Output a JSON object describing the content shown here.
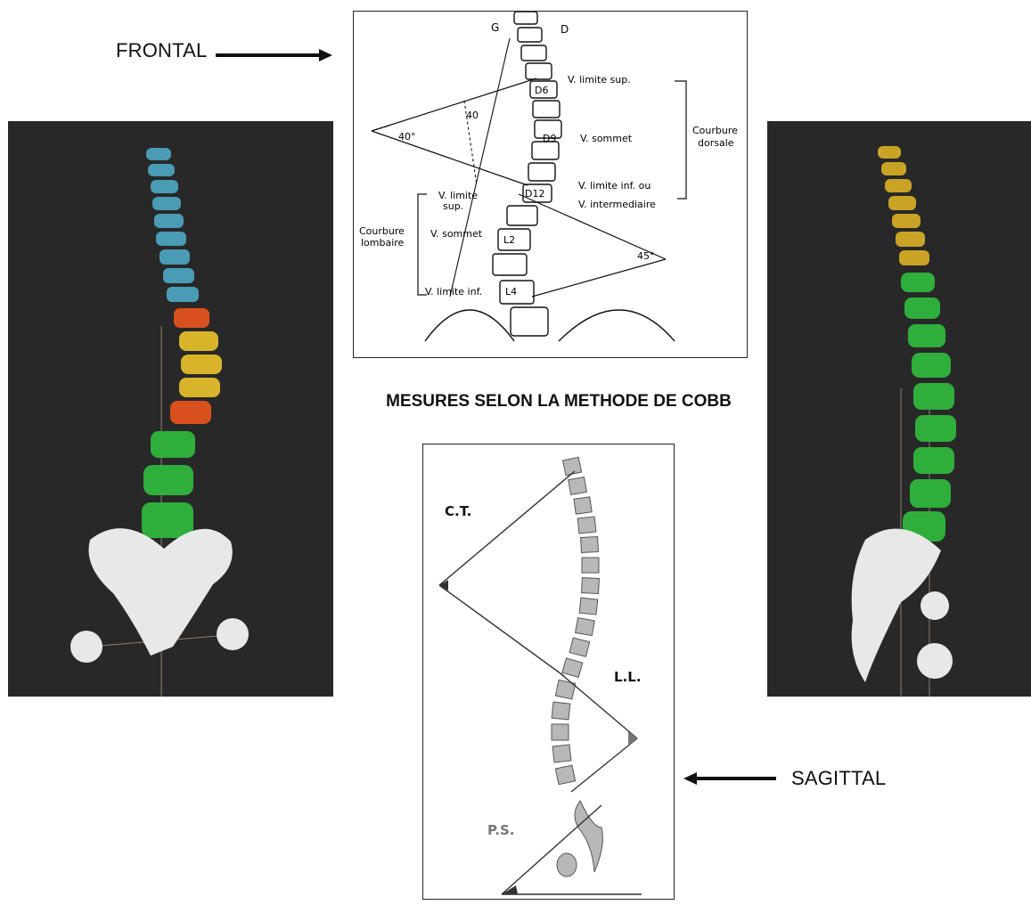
{
  "labels": {
    "frontal": "FRONTAL",
    "sagittal": "SAGITTAL",
    "title": "MESURES SELON LA METHODE DE COBB"
  },
  "frontal_diagram": {
    "g": "G",
    "d": "D",
    "v_limite_sup": "V. limite sup.",
    "d6": "D6",
    "v_sommet_top": "V. sommet",
    "d9": "D9",
    "courbure_dorsale_1": "Courbure",
    "courbure_dorsale_2": "dorsale",
    "v_limite_inf_ou": "V. limite inf. ou",
    "v_intermediaire": "V. intermediaire",
    "angle_40_left": "40°",
    "angle_40_small": "40",
    "v_limite_sup_low_1": "V. limite",
    "v_limite_sup_low_2": "sup.",
    "d12": "D12",
    "courbure_lombaire_1": "Courbure",
    "courbure_lombaire_2": "lombaire",
    "v_sommet_low": "V. sommet",
    "l2": "L2",
    "angle_45": "45°",
    "v_limite_inf": "V. limite inf.",
    "l4": "L4"
  },
  "sagittal_diagram": {
    "ct": "C.T.",
    "ll": "L.L.",
    "ps": "P.S."
  },
  "colors": {
    "cervical": "#4a9bb5",
    "thoracic_accent": "#d9501f",
    "thoracic": "#d8b42a",
    "lumbar": "#2fae3c",
    "sacrum": "#e8e8e8",
    "right_thoracic": "#c9a326"
  }
}
